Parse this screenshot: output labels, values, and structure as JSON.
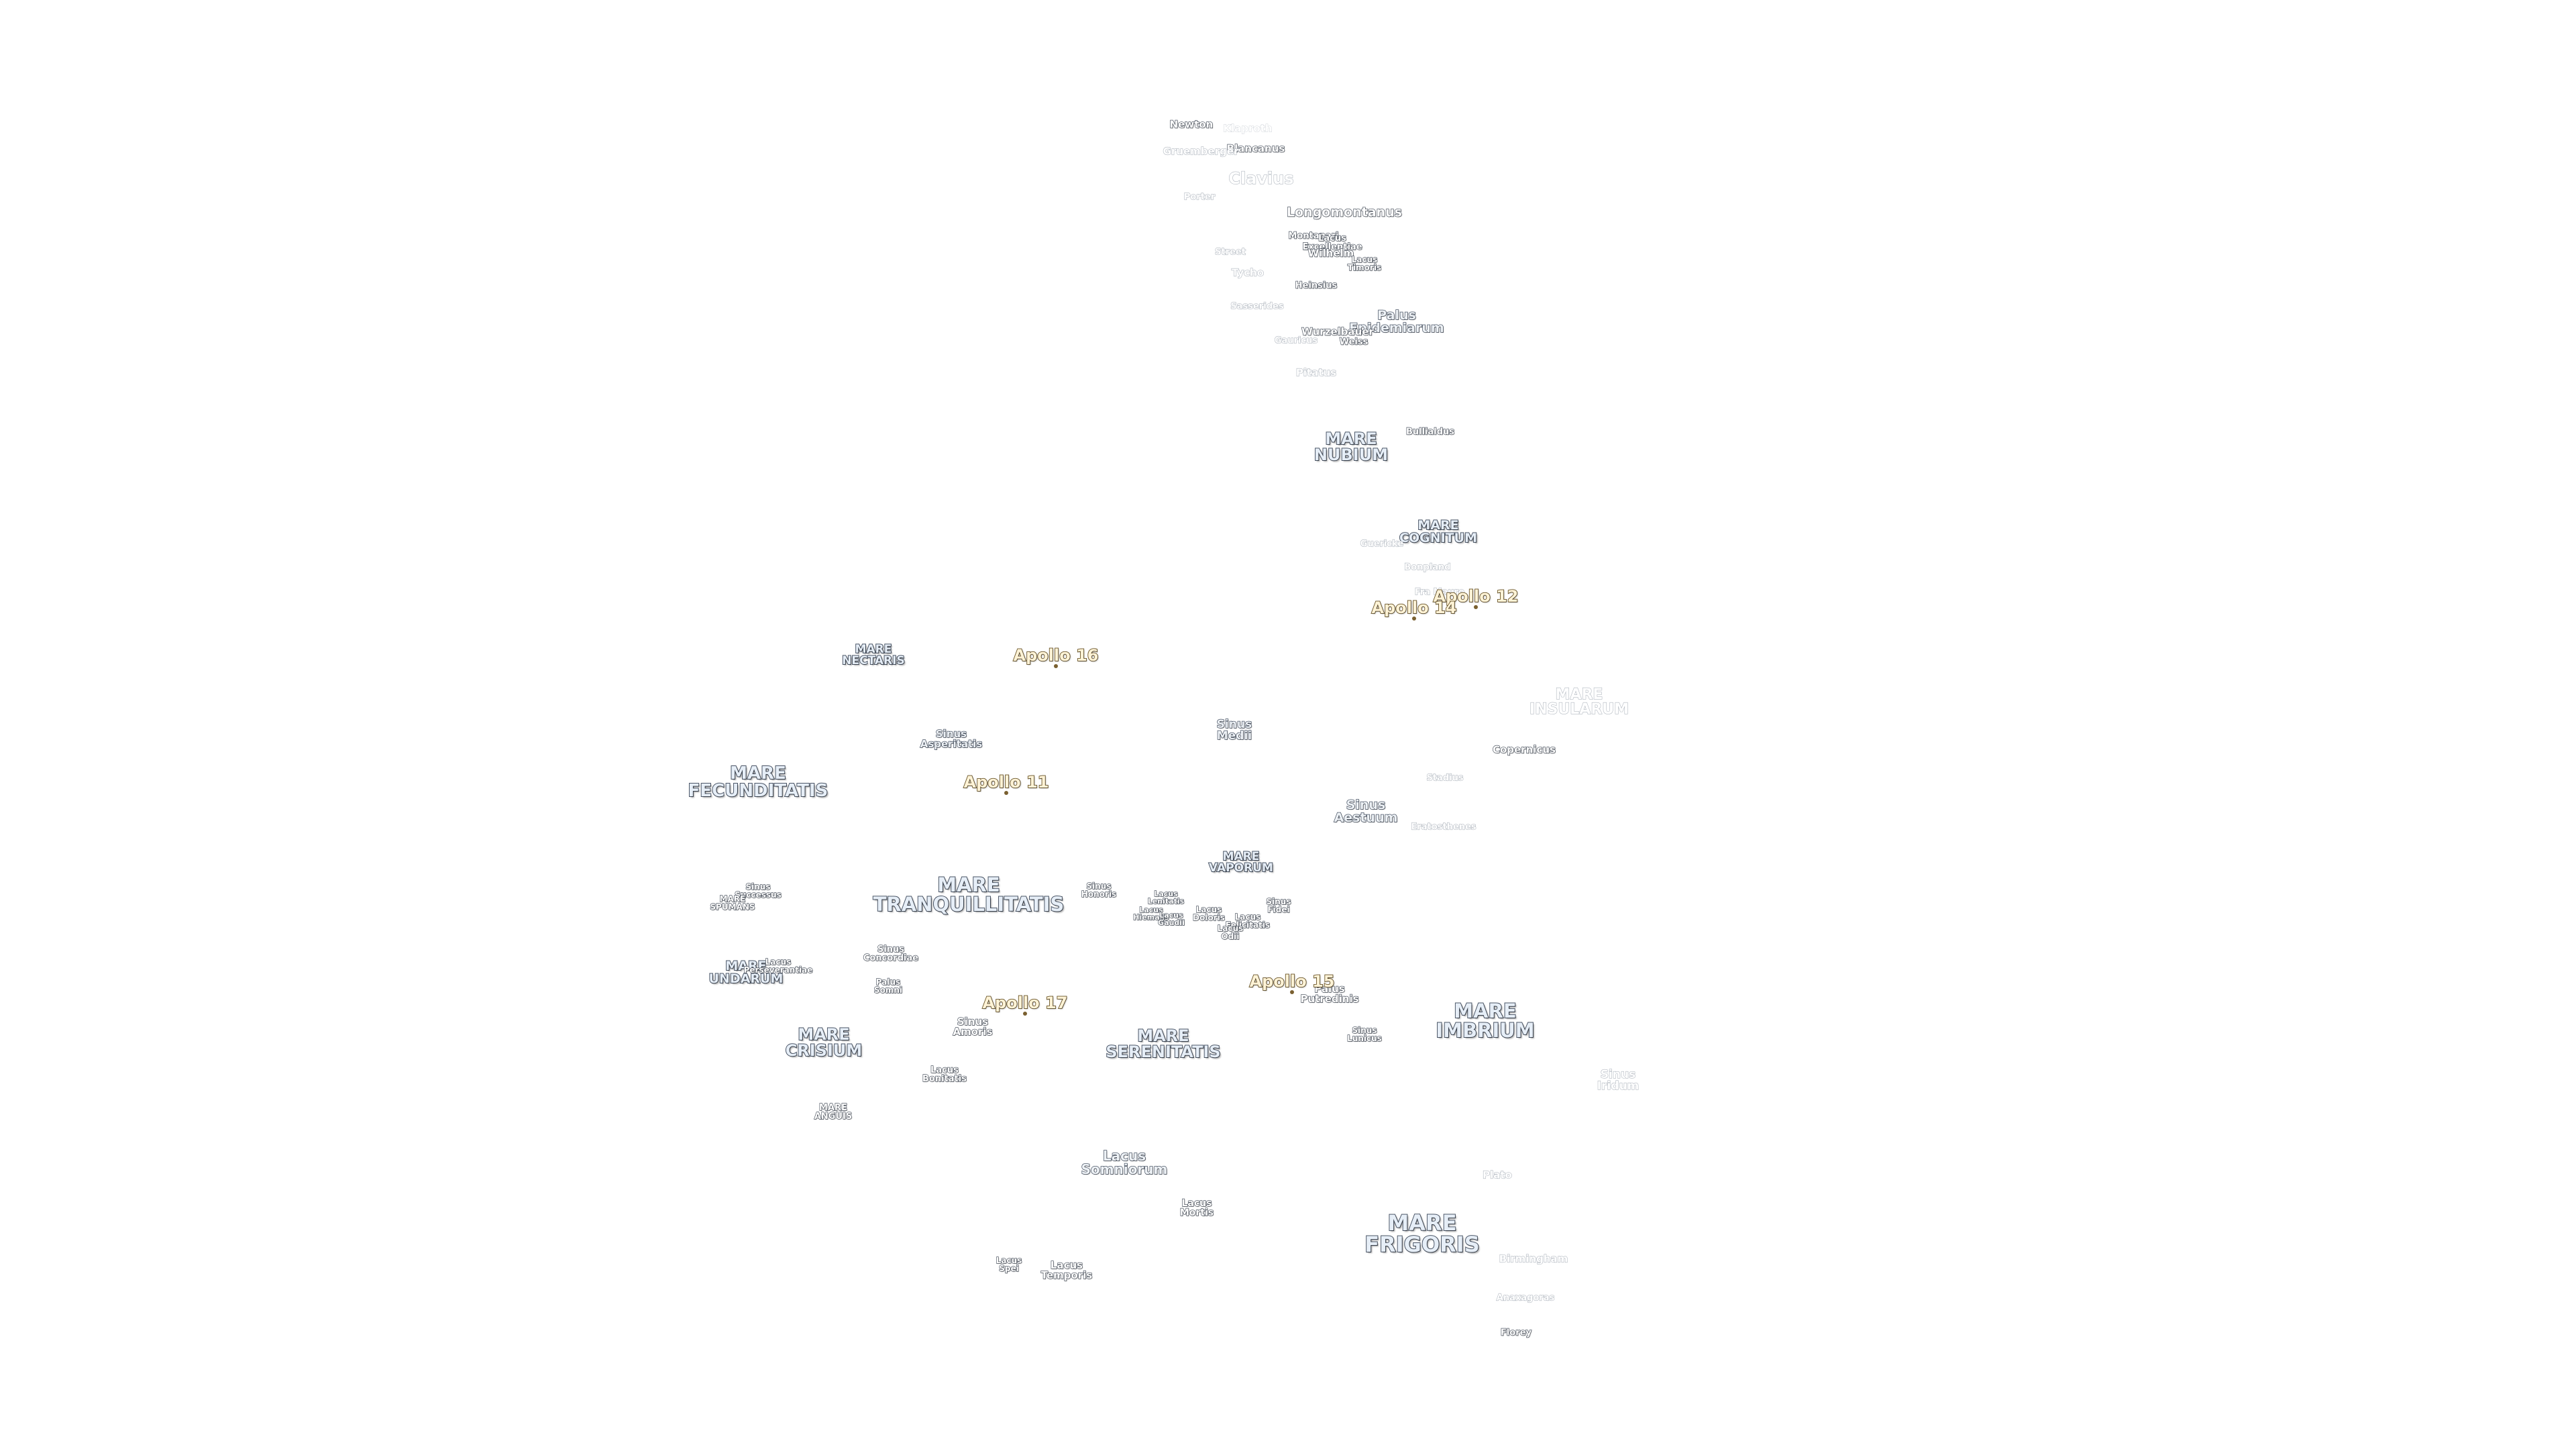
{
  "labels": [
    {
      "id": "newton",
      "text": "Newton",
      "style": "crater"
    },
    {
      "id": "klaproth",
      "text": "Klaproth",
      "style": "veryfaint"
    },
    {
      "id": "blancanus",
      "text": "Blancanus",
      "style": "crater"
    },
    {
      "id": "gruemberger",
      "text": "Gruemberger",
      "style": "faint"
    },
    {
      "id": "clavius",
      "text": "Clavius",
      "style": "faint"
    },
    {
      "id": "porter",
      "text": "Porter",
      "style": "faint"
    },
    {
      "id": "longomontanus",
      "text": "Longomontanus",
      "style": "crater"
    },
    {
      "id": "montanari",
      "text": "Montanari",
      "style": "crater"
    },
    {
      "id": "lacus-excellentiae",
      "text": "Lacus\nExcellentiae",
      "style": "crater"
    },
    {
      "id": "wilhelm",
      "text": "Wilhelm",
      "style": "crater"
    },
    {
      "id": "lacus-timoris",
      "text": "Lacus\nTimoris",
      "style": "crater"
    },
    {
      "id": "street",
      "text": "Street",
      "style": "faint"
    },
    {
      "id": "tycho",
      "text": "Tycho",
      "style": "faint"
    },
    {
      "id": "heinsius",
      "text": "Heinsius",
      "style": "crater"
    },
    {
      "id": "sasserides",
      "text": "Sasserides",
      "style": "faint"
    },
    {
      "id": "palus-epidemiarum",
      "text": "Palus\nEpidemiarum",
      "style": "feat"
    },
    {
      "id": "wurzelbauer",
      "text": "Wurzelbauer",
      "style": "crater"
    },
    {
      "id": "gauricus",
      "text": "Gauricus",
      "style": "faint"
    },
    {
      "id": "weiss",
      "text": "Weiss",
      "style": "crater"
    },
    {
      "id": "pitatus",
      "text": "Pitatus",
      "style": "faint"
    },
    {
      "id": "mare-nubium",
      "text": "MARE\nNUBIUM",
      "style": "mare"
    },
    {
      "id": "bullialdus",
      "text": "Bullialdus",
      "style": "crater"
    },
    {
      "id": "mare-cognitum",
      "text": "MARE\nCOGNITUM",
      "style": "mare"
    },
    {
      "id": "guericke",
      "text": "Guericke",
      "style": "faint"
    },
    {
      "id": "bonpland",
      "text": "Bonpland",
      "style": "faint"
    },
    {
      "id": "fra-mauro",
      "text": "Fra Mauro",
      "style": "faint"
    },
    {
      "id": "mare-nectaris",
      "text": "MARE\nNECTARIS",
      "style": "mare"
    },
    {
      "id": "mare-insularum",
      "text": "MARE\nINSULARUM",
      "style": "faint"
    },
    {
      "id": "sinus-asperitatis",
      "text": "Sinus\nAsperitatis",
      "style": "feat"
    },
    {
      "id": "sinus-medii",
      "text": "Sinus\nMedii",
      "style": "feat"
    },
    {
      "id": "copernicus",
      "text": "Copernicus",
      "style": "crater"
    },
    {
      "id": "mare-fecunditatis",
      "text": "MARE\nFECUNDITATIS",
      "style": "mare"
    },
    {
      "id": "stadius",
      "text": "Stadius",
      "style": "faint"
    },
    {
      "id": "sinus-aestuum",
      "text": "Sinus\nAestuum",
      "style": "feat"
    },
    {
      "id": "eratosthenes",
      "text": "Eratosthenes",
      "style": "faint"
    },
    {
      "id": "mare-vaporum",
      "text": "MARE\nVAPORUM",
      "style": "mare"
    },
    {
      "id": "sinus-successus",
      "text": "Sinus\nSuccessus",
      "style": "crater"
    },
    {
      "id": "mare-spumans",
      "text": "MARE\nSPUMANS",
      "style": "crater"
    },
    {
      "id": "mare-tranquillitatis",
      "text": "MARE\nTRANQUILLITATIS",
      "style": "mare"
    },
    {
      "id": "sinus-honoris",
      "text": "Sinus\nHonoris",
      "style": "crater"
    },
    {
      "id": "lacus-lenitatis",
      "text": "Lacus\nLenitatis",
      "style": "crater"
    },
    {
      "id": "lacus-hiemalis",
      "text": "Lacus\nHiemalis",
      "style": "crater"
    },
    {
      "id": "lacus-gaudii",
      "text": "Lacus\nGaudii",
      "style": "crater"
    },
    {
      "id": "lacus-doloris",
      "text": "Lacus\nDoloris",
      "style": "crater"
    },
    {
      "id": "lacus-felicitatis",
      "text": "Lacus\nFelicitatis",
      "style": "crater"
    },
    {
      "id": "lacus-odii",
      "text": "Lacus\nOdii",
      "style": "crater"
    },
    {
      "id": "sinus-fidei",
      "text": "Sinus\nFidei",
      "style": "crater"
    },
    {
      "id": "sinus-concordiae",
      "text": "Sinus\nConcordiae",
      "style": "crater"
    },
    {
      "id": "mare-undarum",
      "text": "MARE\nUNDARUM",
      "style": "mare"
    },
    {
      "id": "lacus-perseverantiae",
      "text": "Lacus\nPerseverantiae",
      "style": "crater"
    },
    {
      "id": "palus-somni",
      "text": "Palus\nSomni",
      "style": "crater"
    },
    {
      "id": "palus-putredinis",
      "text": "Palus\nPutredinis",
      "style": "crater"
    },
    {
      "id": "sinus-amoris",
      "text": "Sinus\nAmoris",
      "style": "crater"
    },
    {
      "id": "mare-imbrium",
      "text": "MARE\nIMBRIUM",
      "style": "mare"
    },
    {
      "id": "mare-crisium",
      "text": "MARE\nCRISIUM",
      "style": "mare"
    },
    {
      "id": "mare-serenitatis",
      "text": "MARE\nSERENITATIS",
      "style": "mare"
    },
    {
      "id": "sinus-lunicus",
      "text": "Sinus\nLunicus",
      "style": "crater"
    },
    {
      "id": "lacus-bonitatis",
      "text": "Lacus\nBonitatis",
      "style": "crater"
    },
    {
      "id": "sinus-iridum",
      "text": "Sinus\nIridum",
      "style": "faint"
    },
    {
      "id": "mare-anguis",
      "text": "MARE\nANGUIS",
      "style": "crater"
    },
    {
      "id": "lacus-somniorum",
      "text": "Lacus\nSomniorum",
      "style": "feat"
    },
    {
      "id": "plato",
      "text": "Plato",
      "style": "faint"
    },
    {
      "id": "lacus-mortis",
      "text": "Lacus\nMortis",
      "style": "crater"
    },
    {
      "id": "mare-frigoris",
      "text": "MARE\nFRIGORIS",
      "style": "mare"
    },
    {
      "id": "birmingham",
      "text": "Birmingham",
      "style": "faint"
    },
    {
      "id": "lacus-spei",
      "text": "Lacus\nSpei",
      "style": "crater"
    },
    {
      "id": "lacus-temporis",
      "text": "Lacus\nTemporis",
      "style": "crater"
    },
    {
      "id": "anaxagoras",
      "text": "Anaxagoras",
      "style": "faint"
    },
    {
      "id": "florey",
      "text": "Florey",
      "style": "crater"
    }
  ],
  "apollo_sites": [
    {
      "id": "apollo-12",
      "text": "Apollo 12"
    },
    {
      "id": "apollo-14",
      "text": "Apollo 14"
    },
    {
      "id": "apollo-16",
      "text": "Apollo 16"
    },
    {
      "id": "apollo-11",
      "text": "Apollo 11"
    },
    {
      "id": "apollo-17",
      "text": "Apollo 17"
    },
    {
      "id": "apollo-15",
      "text": "Apollo 15"
    }
  ],
  "colors": {
    "background": "#ffffff",
    "mare_fill": "#e6eef7",
    "label_outline": "#4a5566",
    "apollo_fill": "#fff3d6",
    "apollo_outline": "#6a5528"
  }
}
